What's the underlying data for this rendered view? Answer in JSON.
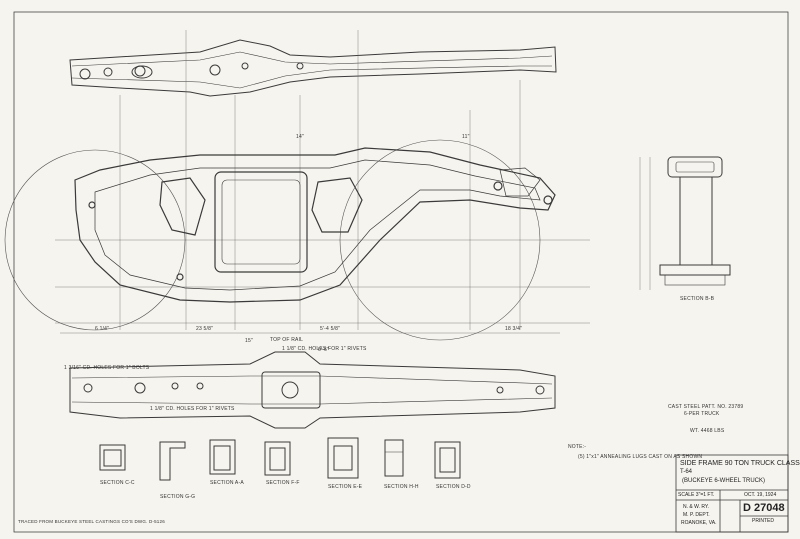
{
  "title_block": {
    "line1": "SIDE FRAME 90 TON TRUCK CLASS",
    "line2": "T-64",
    "line3": "(BUCKEYE 6-WHEEL TRUCK)",
    "scale": "SCALE 3\"=1 FT.",
    "date": "OCT. 19, 1924",
    "railway": "N. & W. RY.",
    "dept": "M. P. DEPT.",
    "location": "ROANOKE, VA.",
    "drawing_number": "D 27048",
    "printed": "PRINTED"
  },
  "notes": {
    "note_heading": "NOTE:-",
    "note_text": "(5) 1\"x1\" ANNEALING LUGS CAST ON AS SHOWN",
    "cast_steel_line1": "CAST STEEL PATT. NO. 23789",
    "cast_steel_line2": "6-PER TRUCK",
    "weight": "WT. 4468 LBS",
    "traced": "TRACED FROM BUCKEYE STEEL CASTINGS CO'S DWG. D-5126",
    "top_of_rail": "TOP OF RAIL",
    "holes_top": "1 3/16\" CD. HOLES FOR 1\" BOLTS",
    "holes_rivets": "1 1/8\" CD. HOLES FOR 1\" RIVETS",
    "holes_mid": "1 1/8\" CD. HOLES FOR 1\" RIVETS"
  },
  "sections": [
    {
      "label": "SECTION C-C"
    },
    {
      "label": "SECTION G-G"
    },
    {
      "label": "SECTION A-A"
    },
    {
      "label": "SECTION F-F"
    },
    {
      "label": "SECTION E-E"
    },
    {
      "label": "SECTION H-H"
    },
    {
      "label": "SECTION D-D"
    },
    {
      "label": "SECTION B-B"
    }
  ],
  "dimensions": {
    "d1": "14\"",
    "d2": "11\"",
    "d3": "6 1/4\"",
    "d4": "23 5/8\"",
    "d5": "5'-4 5/8\"",
    "d6": "18 3/4\"",
    "d7": "6'-6\"",
    "d8": "15\""
  }
}
